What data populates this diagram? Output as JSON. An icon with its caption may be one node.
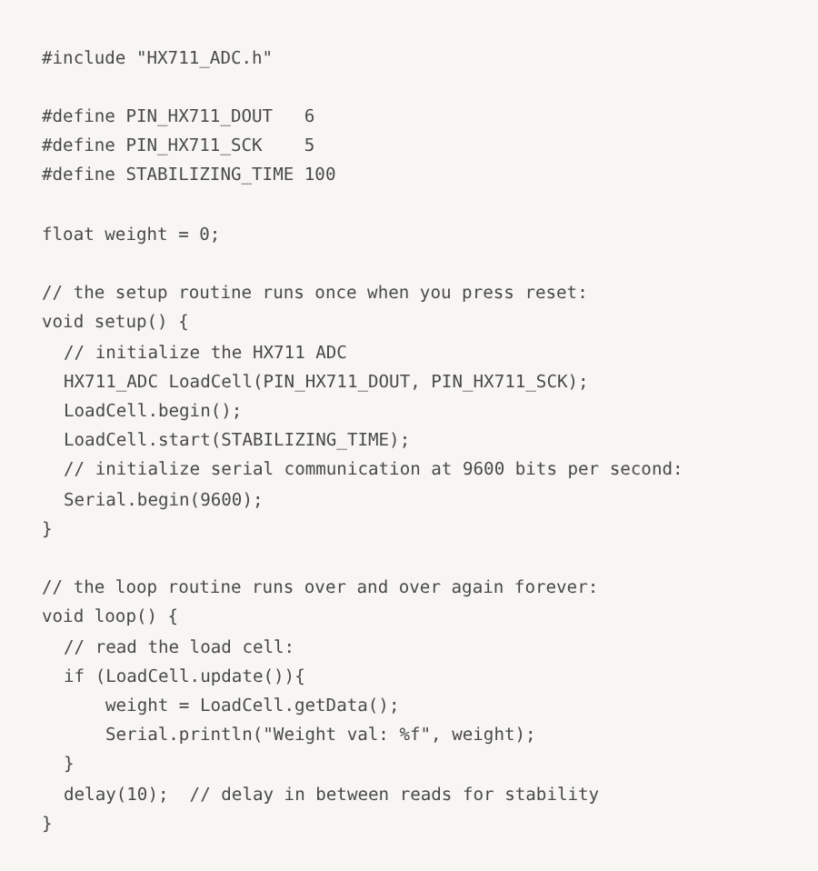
{
  "diagram": {
    "labels": [
      "#include \"HX711_ADC.h\"",
      "#define PIN_HX711_DOUT   6",
      "#define PIN_HX711_SCK    5",
      "#define STABILIZING_TIME 100",
      "float weight = 0;",
      "// the setup routine runs once when you press reset:",
      "void setup() {",
      "// initialize the HX711 ADC",
      "HX711_ADC LoadCell(PIN_HX711_DOUT, PIN_HX711_SCK);",
      "LoadCell.begin();",
      "LoadCell.start(STABILIZING_TIME);",
      "// initialize serial communication at 9600 bits per second:",
      "Serial.begin(9600);",
      "}",
      "// the loop routine runs over and over again forever:",
      "void loop() {",
      "// read the load cell:",
      "if (LoadCell.update()){",
      "weight = LoadCell.getData();",
      "Serial.println(\"Weight val: %f\", weight);",
      "}",
      "delay(10);  // delay in between reads for stability",
      "}"
    ]
  }
}
